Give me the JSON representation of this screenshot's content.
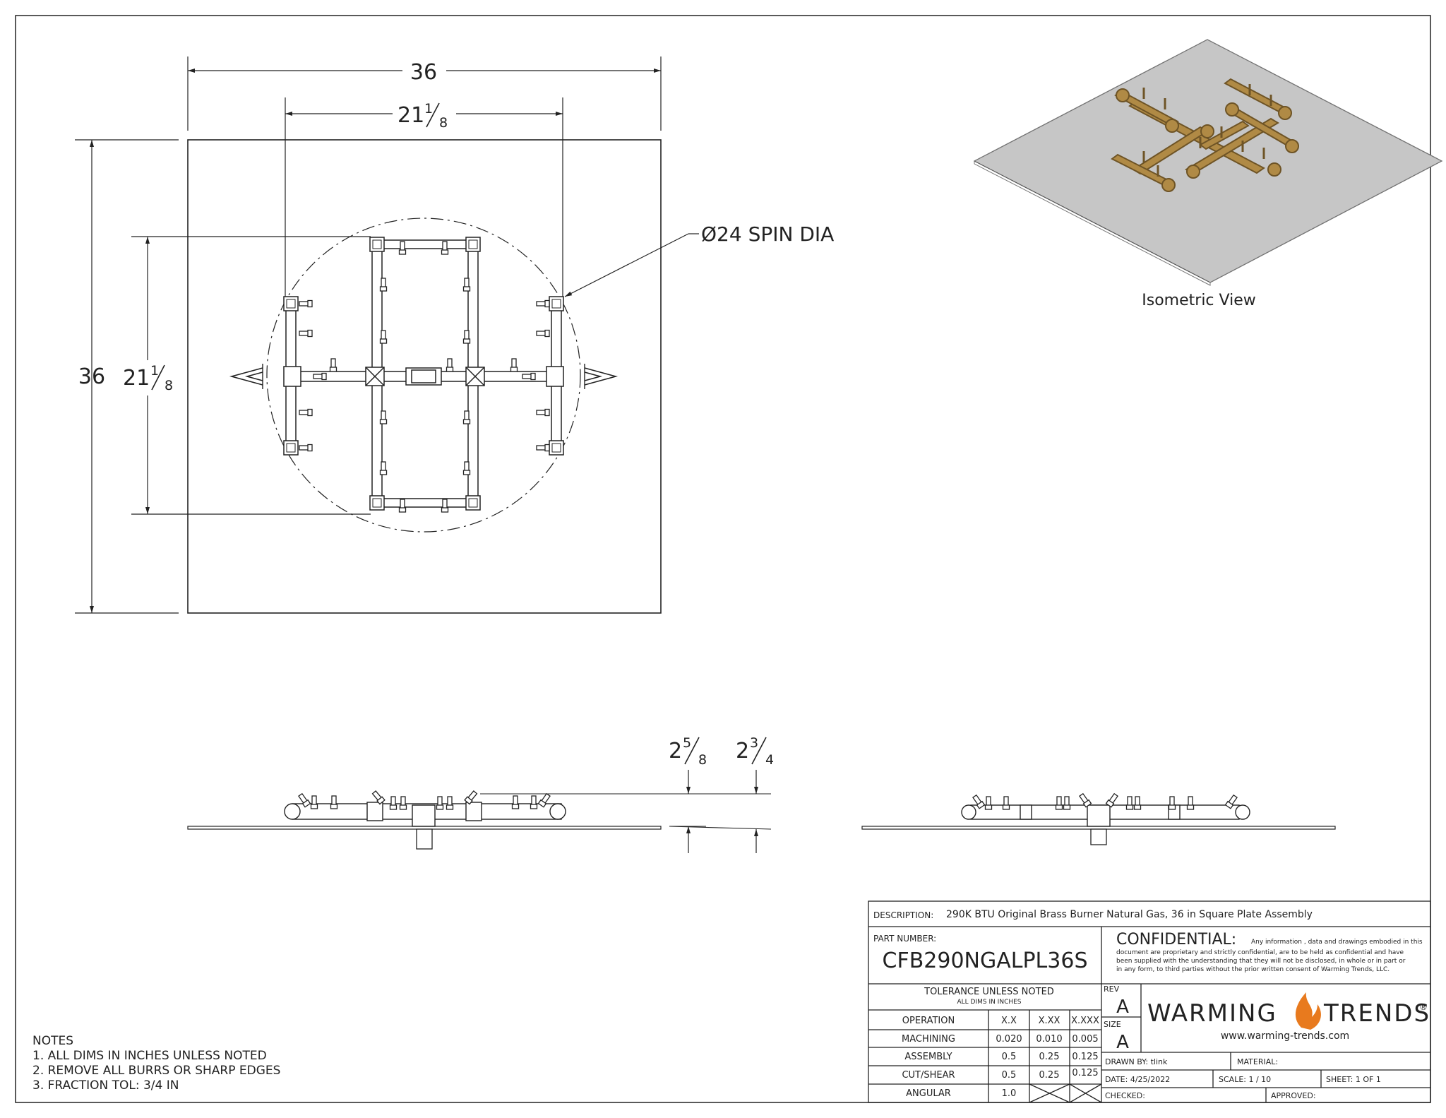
{
  "top_view": {
    "dim_overall_width": "36",
    "dim_overall_height": "36",
    "dim_burner_width_whole": "21",
    "dim_burner_width_num": "1",
    "dim_burner_width_den": "8",
    "dim_burner_height_whole": "21",
    "dim_burner_height_num": "1",
    "dim_burner_height_den": "8",
    "spin_callout": "Ø24 SPIN DIA"
  },
  "iso_view": {
    "label": "Isometric View"
  },
  "side_view": {
    "dim_a_whole": "2",
    "dim_a_num": "5",
    "dim_a_den": "8",
    "dim_b_whole": "2",
    "dim_b_num": "3",
    "dim_b_den": "4"
  },
  "notes": {
    "heading": "NOTES",
    "items": [
      "1. ALL DIMS IN INCHES UNLESS NOTED",
      "2. REMOVE ALL BURRS OR SHARP EDGES",
      "3. FRACTION TOL: 3/4 IN"
    ]
  },
  "title_block": {
    "description_label": "DESCRIPTION:",
    "description": "290K BTU Original Brass Burner Natural Gas, 36 in Square Plate Assembly",
    "part_number_label": "PART NUMBER:",
    "part_number": "CFB290NGALPL36S",
    "confidential_title": "CONFIDENTIAL:",
    "confidential_line1": "Any information , data and drawings embodied in this",
    "confidential_line2": "document are proprietary and strictly confidential, are to be held as confidential and have",
    "confidential_line3": "been supplied with the understanding that they will not be disclosed, in whole or in part or",
    "confidential_line4": "in any form, to third parties without the prior written consent of Warming Trends, LLC.",
    "tolerance_title": "TOLERANCE UNLESS NOTED",
    "tolerance_sub": "ALL DIMS IN INCHES",
    "tol_headers": [
      "OPERATION",
      "X.X",
      "X.XX",
      "X.XXX"
    ],
    "tol_rows": [
      [
        "MACHINING",
        "0.020",
        "0.010",
        "0.005"
      ],
      [
        "ASSEMBLY",
        "0.5",
        "0.25",
        "0.125"
      ],
      [
        "CUT/SHEAR",
        "0.5",
        "0.25",
        "0.125"
      ],
      [
        "ANGULAR",
        "1.0",
        "",
        ""
      ]
    ],
    "rev_label": "REV",
    "rev": "A",
    "size_label": "SIZE",
    "size": "A",
    "logo_text_left": "WARMING",
    "logo_text_right": "TRENDS",
    "logo_reg": "®",
    "website": "www.warming-trends.com",
    "drawn_by": "DRAWN BY: tlink",
    "material": "MATERIAL:",
    "date": "DATE:  4/25/2022",
    "scale": "SCALE:  1 / 10",
    "sheet": "SHEET: 1   OF   1",
    "checked": "CHECKED:",
    "approved": "APPROVED:"
  },
  "colors": {
    "line": "#222222",
    "plate_gray": "#c6c6c6",
    "brass": "#b08a45",
    "brass_dark": "#6e5426",
    "flame_orange": "#e87a1e"
  }
}
